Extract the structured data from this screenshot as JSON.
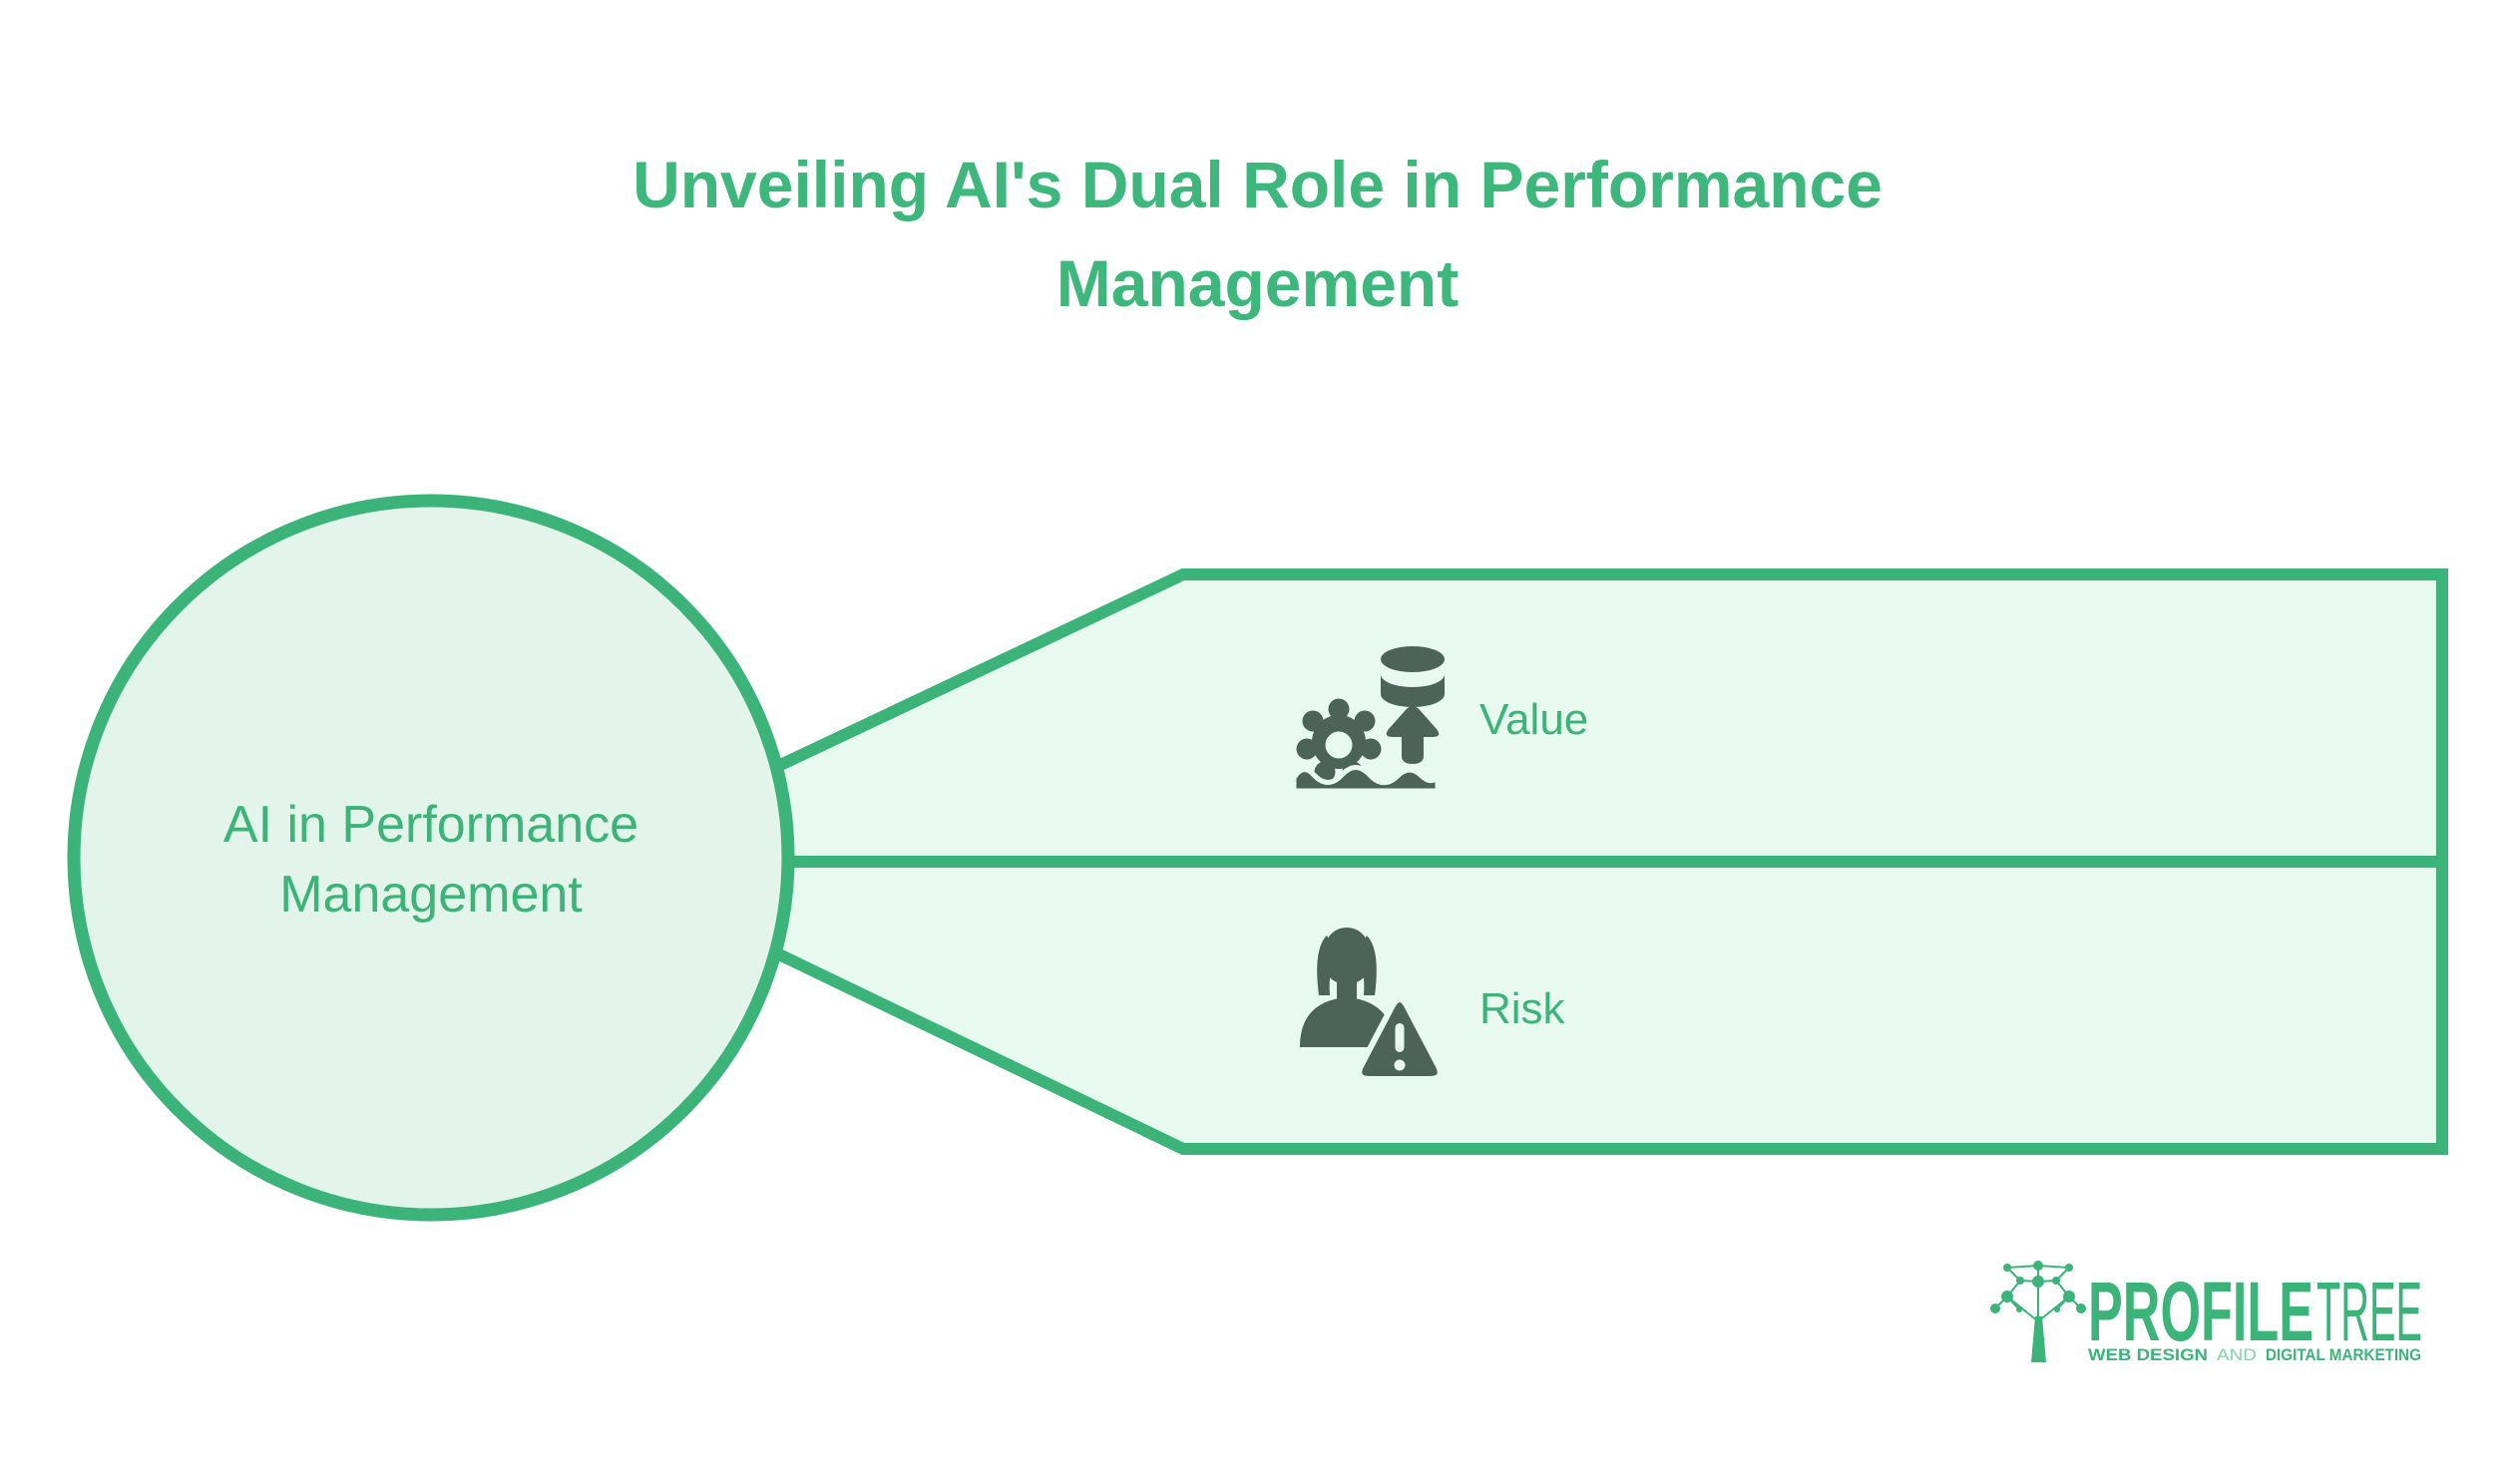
{
  "title": {
    "text": "Unveiling AI's Dual Role in Performance Management"
  },
  "diagram": {
    "hub": {
      "label": "AI in Performance Management"
    },
    "branches": [
      {
        "label": "Value",
        "icon": "gear-data-growth-icon"
      },
      {
        "label": "Risk",
        "icon": "person-warning-icon"
      }
    ],
    "colors": {
      "accent_green": "#3bb379",
      "hub_fill": "#e3f5eb",
      "banner_fill": "#e8f9f0",
      "icon_dark": "#4c6357",
      "title_green": "#3eb77d",
      "background": "#ffffff"
    }
  },
  "logo": {
    "brand_primary": "PROFILE",
    "brand_secondary": "TREE",
    "tagline_part1": "WEB DESIGN",
    "tagline_part2": "AND",
    "tagline_part3": "DIGITAL MARKETING"
  }
}
